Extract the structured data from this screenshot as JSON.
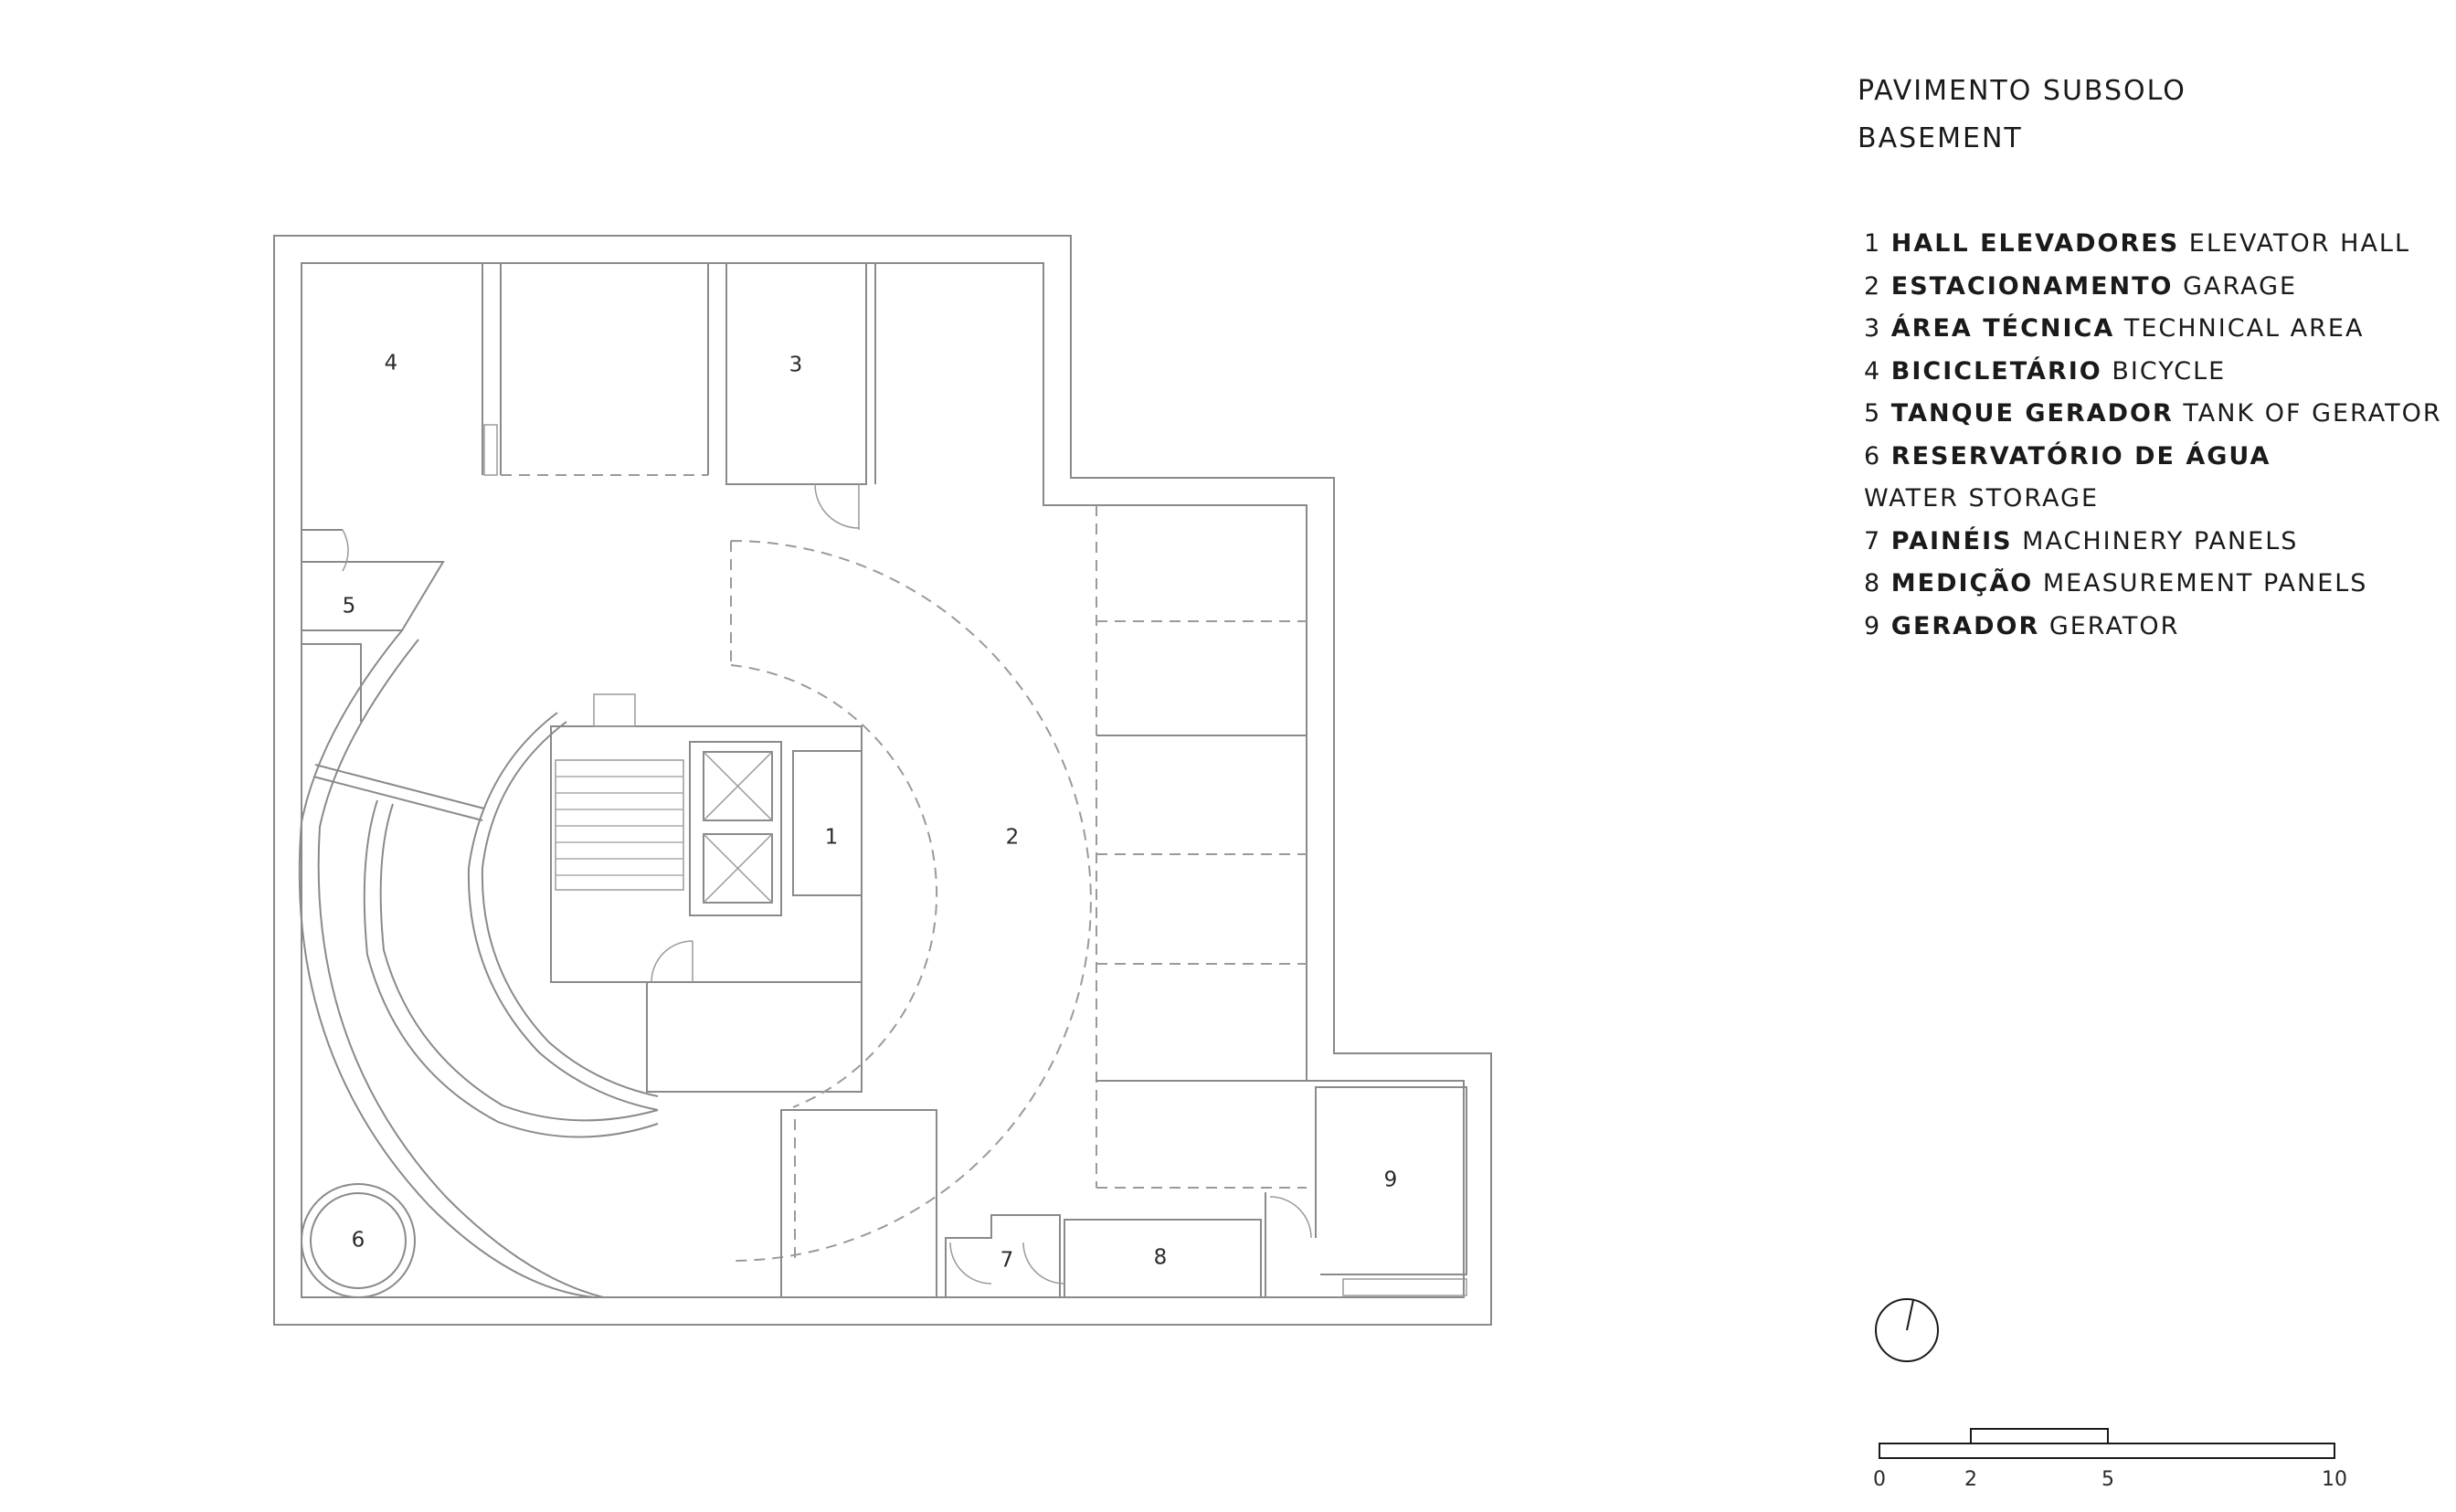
{
  "title": "PAVIMENTO SUBSOLO",
  "subtitle": "BASEMENT",
  "legend": [
    {
      "num": "1",
      "name": "HALL ELEVADORES",
      "desc": "ELEVATOR HALL"
    },
    {
      "num": "2",
      "name": "ESTACIONAMENTO",
      "desc": "GARAGE"
    },
    {
      "num": "3",
      "name": "ÁREA TÉCNICA",
      "desc": "TECHNICAL AREA"
    },
    {
      "num": "4",
      "name": "BICICLETÁRIO",
      "desc": "BICYCLE"
    },
    {
      "num": "5",
      "name": "TANQUE GERADOR",
      "desc": "TANK OF GERATOR"
    },
    {
      "num": "6",
      "name": "RESERVATÓRIO DE ÁGUA",
      "desc": "WATER STORAGE"
    },
    {
      "num": "7",
      "name": "PAINÉIS",
      "desc": "MACHINERY PANELS"
    },
    {
      "num": "8",
      "name": "MEDIÇÃO",
      "desc": "MEASUREMENT PANELS"
    },
    {
      "num": "9",
      "name": "GERADOR",
      "desc": "GERATOR"
    }
  ],
  "room_labels": [
    "1",
    "2",
    "3",
    "4",
    "5",
    "6",
    "7",
    "8",
    "9"
  ],
  "scale": {
    "ticks": [
      "0",
      "2",
      "5",
      "10"
    ]
  },
  "icons": {
    "north": "north-arrow-icon",
    "scale": "scale-bar-icon"
  },
  "colors": {
    "lines": "#8a8a8a",
    "text": "#1a1a1a",
    "background": "#ffffff"
  }
}
